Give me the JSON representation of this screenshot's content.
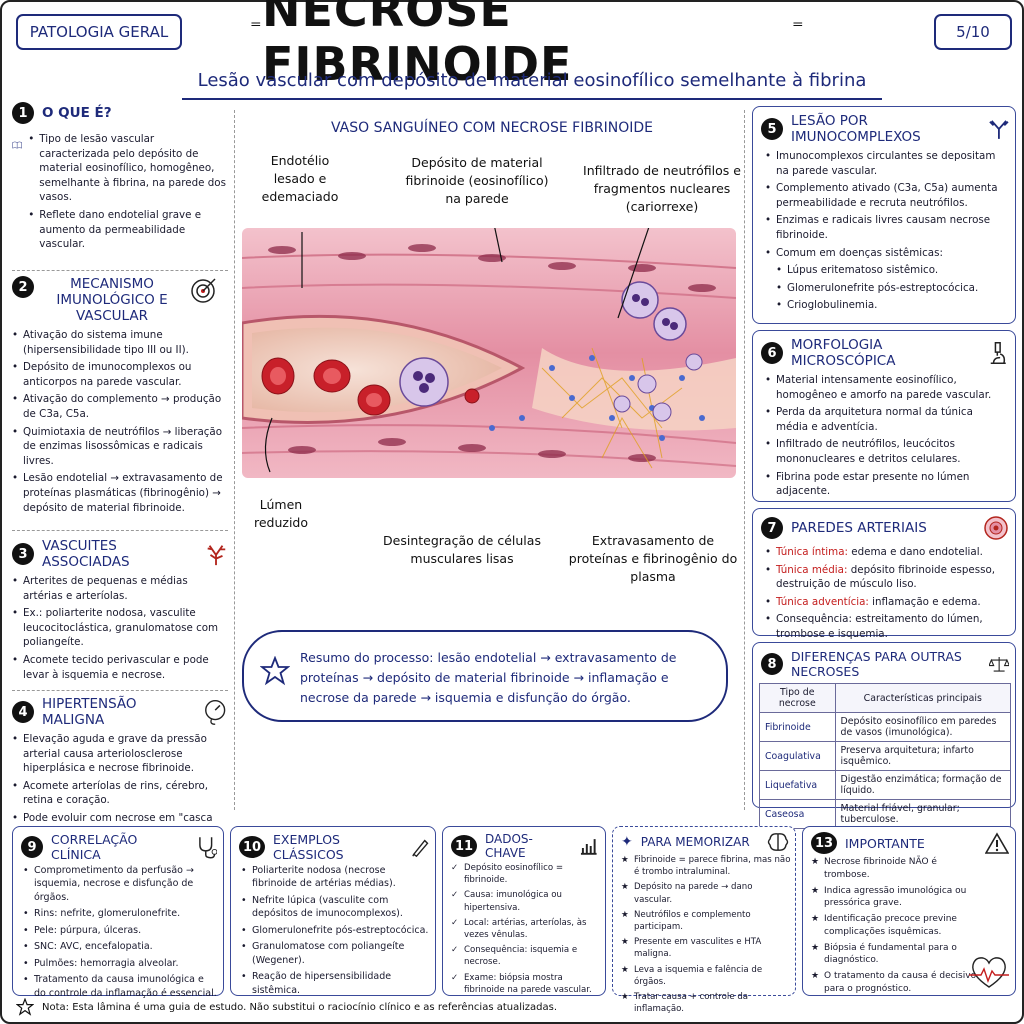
{
  "header": {
    "course_tag": "PATOLOGIA GERAL",
    "page_counter": "5/10",
    "title": "NECROSE FIBRINOIDE",
    "subtitle": "Lesão vascular com depósito de material eosinofílico semelhante à fibrina"
  },
  "sections": {
    "s1": {
      "num": "1",
      "title": "O QUE É?",
      "items": [
        "Tipo de lesão vascular caracterizada pelo depósito de material eosinofílico, homogêneo, semelhante à fibrina, na parede dos vasos.",
        "Reflete dano endotelial grave e aumento da permeabilidade vascular."
      ]
    },
    "s2": {
      "num": "2",
      "title": "MECANISMO IMUNOLÓGICO E VASCULAR",
      "items": [
        "Ativação do sistema imune (hipersensibilidade tipo III ou II).",
        "Depósito de imunocomplexos ou anticorpos na parede vascular.",
        "Ativação do complemento → produção de C3a, C5a.",
        "Quimiotaxia de neutrófilos → liberação de enzimas lisossômicas e radicais livres.",
        "Lesão endotelial → extravasamento de proteínas plasmáticas (fibrinogênio) → depósito de material fibrinoide."
      ]
    },
    "s3": {
      "num": "3",
      "title": "VASCUITES ASSOCIADAS",
      "items": [
        "Arterites de pequenas e médias artérias e arteríolas.",
        "Ex.: poliarterite nodosa, vasculite leucocitoclástica, granulomatose com poliangeíte.",
        "Acomete tecido perivascular e pode levar à isquemia e necrose."
      ]
    },
    "s4": {
      "num": "4",
      "title": "HIPERTENSÃO MALIGNA",
      "items": [
        "Elevação aguda e grave da pressão arterial causa arteriolosclerose hiperplásica e necrose fibrinoide.",
        "Acomete arteríolas de rins, cérebro, retina e coração.",
        "Pode evoluir com necrose em \"casca de cebola\" e microaneurismas."
      ]
    },
    "s5": {
      "num": "5",
      "title": "LESÃO POR IMUNOCOMPLEXOS",
      "items": [
        "Imunocomplexos circulantes se depositam na parede vascular.",
        "Complemento ativado (C3a, C5a) aumenta permeabilidade e recruta neutrófilos.",
        "Enzimas e radicais livres causam necrose fibrinoide.",
        "Comum em doenças sistêmicas:"
      ],
      "subitems": [
        "Lúpus eritematoso sistêmico.",
        "Glomerulonefrite pós-estreptocócica.",
        "Crioglobulinemia."
      ]
    },
    "s6": {
      "num": "6",
      "title": "MORFOLOGIA MICROSCÓPICA",
      "items": [
        "Material intensamente eosinofílico, homogêneo e amorfo na parede vascular.",
        "Perda da arquitetura normal da túnica média e adventícia.",
        "Infiltrado de neutrófilos, leucócitos mononucleares e detritos celulares.",
        "Fibrina pode estar presente no lúmen adjacente."
      ]
    },
    "s7": {
      "num": "7",
      "title": "PAREDES ARTERIAIS",
      "rows": [
        {
          "k": "Túnica íntima:",
          "v": " edema e dano endotelial."
        },
        {
          "k": "Túnica média:",
          "v": " depósito fibrinoide espesso, destruição de músculo liso."
        },
        {
          "k": "Túnica adventícia:",
          "v": " inflamação e edema."
        }
      ],
      "extra": "Consequência: estreitamento do lúmen, trombose e isquemia."
    },
    "s8": {
      "num": "8",
      "title": "DIFERENÇAS PARA OUTRAS NECROSES",
      "col1": "Tipo de necrose",
      "col2": "Características principais",
      "rows": [
        {
          "t": "Fibrinoide",
          "c": "Depósito eosinofílico em paredes de vasos (imunológica)."
        },
        {
          "t": "Coagulativa",
          "c": "Preserva arquitetura; infarto isquêmico."
        },
        {
          "t": "Liquefativa",
          "c": "Digestão enzimática; formação de líquido."
        },
        {
          "t": "Caseosa",
          "c": "Material friável, granular; tuberculose."
        }
      ]
    },
    "s9": {
      "num": "9",
      "title": "CORRELAÇÃO CLÍNICA",
      "items": [
        "Comprometimento da perfusão → isquemia, necrose e disfunção de órgãos.",
        "Rins: nefrite, glomerulonefrite.",
        "Pele: púrpura, úlceras.",
        "SNC: AVC, encefalopatia.",
        "Pulmões: hemorragia alveolar.",
        "Tratamento da causa imunológica e do controle da inflamação é essencial."
      ]
    },
    "s10": {
      "num": "10",
      "title": "EXEMPLOS CLÁSSICOS",
      "items": [
        "Poliarterite nodosa (necrose fibrinoide de artérias médias).",
        "Nefrite lúpica (vasculite com depósitos de imunocomplexos).",
        "Glomerulonefrite pós-estreptocócica.",
        "Granulomatose com poliangeíte (Wegener).",
        "Reação de hipersensibilidade sistêmica."
      ]
    },
    "s11": {
      "num": "11",
      "title": "DADOS-CHAVE",
      "items": [
        "Depósito eosinofílico = fibrinoide.",
        "Causa: imunológica ou hipertensiva.",
        "Local: artérias, arteríolas, às vezes vênulas.",
        "Consequência: isquemia e necrose.",
        "Exame: biópsia mostra fibrinoide na parede vascular."
      ]
    },
    "s12": {
      "title": "PARA MEMORIZAR",
      "items": [
        "Fibrinoide = parece fibrina, mas não é trombo intraluminal.",
        "Depósito na parede → dano vascular.",
        "Neutrófilos e complemento participam.",
        "Presente em vasculites e HTA maligna.",
        "Leva a isquemia e falência de órgãos.",
        "Tratar causa + controle da inflamação."
      ]
    },
    "s13": {
      "num": "13",
      "title": "IMPORTANTE",
      "items": [
        "Necrose fibrinoide NÃO é trombose.",
        "Indica agressão imunológica ou pressórica grave.",
        "Identificação precoce previne complicações isquêmicas.",
        "Biópsia é fundamental para o diagnóstico.",
        "O tratamento da causa é decisivo para o prognóstico."
      ]
    }
  },
  "illustration": {
    "title": "VASO SANGUÍNEO COM NECROSE FIBRINOIDE",
    "labels": {
      "endotelio": "Endotélio lesado e edemaciado",
      "deposito": "Depósito de material fibrinoide (eosinofílico) na parede",
      "infiltrado": "Infiltrado de neutrófilos e fragmentos nucleares (cariorrexe)",
      "lumen": "Lúmen reduzido",
      "desintegracao": "Desintegração de células musculares lisas",
      "extravasamento": "Extravasamento de proteínas e fibrinogênio do plasma"
    }
  },
  "summary": "Resumo do processo: lesão endotelial → extravasamento de proteínas → depósito de material fibrinoide → inflamação e necrose da parede → isquemia e disfunção do órgão.",
  "footer_note": "Nota: Esta lâmina é uma guia de estudo. Não substitui o raciocínio clínico e as referências atualizadas.",
  "colors": {
    "accent": "#1e2a7a",
    "highlight": "#c41e1e",
    "tissue": "#e8a0b0"
  }
}
